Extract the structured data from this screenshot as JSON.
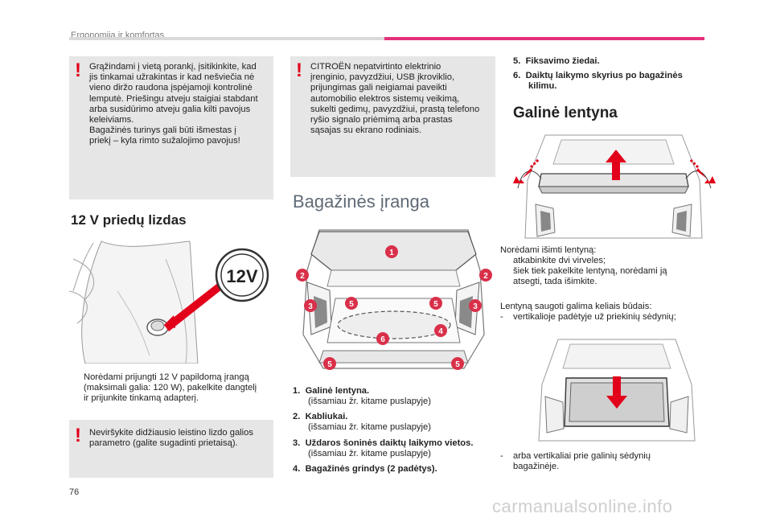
{
  "header": {
    "section": "Ergonomija ir komfortas"
  },
  "page_number": "76",
  "watermark": "carmanualsonline.info",
  "warning_boxes": {
    "box1": {
      "lines": [
        "Grąžindami į vietą porankį, įsitikinkite, kad",
        "jis tinkamai užrakintas ir kad nešviečia nė",
        "vieno diržo raudona įspėjamoji kontrolinė",
        "lemputė. Priešingu atveju staigiai stabdant",
        "arba susidūrimo atveju galia kilti pavojus",
        "keleiviams.",
        "Bagažinės turinys gali būti išmestas į",
        "priekį – kyla rimto sužalojimo pavojus!"
      ]
    },
    "box2": {
      "lines": [
        "CITROËN nepatvirtinto elektrinio",
        "įrenginio, pavyzdžiui, USB įkroviklio,",
        "prijungimas gali neigiamai paveikti",
        "automobilio elektros sistemų veikimą,",
        "sukelti gedimų, pavyzdžiui, prastą telefono",
        "ryšio signalo priėmimą arba prastas",
        "sąsajas su ekrano rodiniais."
      ]
    },
    "box3": {
      "lines": [
        "Neviršykite didžiausio leistino lizdo galios",
        "parametro (galite sugadinti prietaisą)."
      ]
    }
  },
  "socket_section": {
    "title": "12 V priedų lizdas",
    "socket_label": "12V",
    "bullet": {
      "glyph": "",
      "lines": [
        "Norėdami prijungti 12 V papildomą įrangą",
        "(maksimali galia: 120 W), pakelkite dangtelį",
        "ir prijunkite tinkamą adapterį."
      ]
    }
  },
  "boot_section": {
    "title": "Bagažinės įranga",
    "callouts": [
      "1",
      "2",
      "2",
      "3",
      "3",
      "5",
      "5",
      "4",
      "6",
      "5",
      "5"
    ],
    "items": [
      {
        "num": "1.",
        "title": "Galinė lentyna.",
        "sub": "(išsamiau žr. kitame puslapyje)"
      },
      {
        "num": "2.",
        "title": "Kabliukai.",
        "sub": "(išsamiau žr. kitame puslapyje)"
      },
      {
        "num": "3.",
        "title": "Uždaros šoninės daiktų laikymo vietos.",
        "sub": "(išsamiau žr. kitame puslapyje)"
      },
      {
        "num": "4.",
        "title": "Bagažinės grindys (2 padėtys).",
        "sub": ""
      }
    ]
  },
  "right_items": [
    {
      "num": "5.",
      "lines": [
        "Fiksavimo žiedai."
      ]
    },
    {
      "num": "6.",
      "lines": [
        "Daiktų laikymo skyrius po bagažinės",
        "kilimu."
      ]
    }
  ],
  "shelf_section": {
    "title": "Galinė lentyna",
    "intro": "Norėdami išimti lentyną:",
    "bullets": [
      {
        "glyph": "",
        "lines": [
          "atkabinkite dvi virveles;"
        ]
      },
      {
        "glyph": "",
        "lines": [
          "šiek tiek pakelkite lentyną, norėdami ją",
          "atsegti, tada išimkite."
        ]
      }
    ],
    "storage_intro": "Lentyną saugoti galima keliais būdais:",
    "storage_items": [
      {
        "dash": "-",
        "lines": [
          "vertikalioje padėtyje už priekinių sėdynių;"
        ]
      },
      {
        "dash": "-",
        "lines": [
          "arba vertikaliai prie galinių sėdynių",
          "bagažinėje."
        ]
      }
    ]
  },
  "colors": {
    "accent": "#e4307a",
    "warning": "#e2001a",
    "box": "#e6e6e6",
    "callout": "#d9304a"
  }
}
